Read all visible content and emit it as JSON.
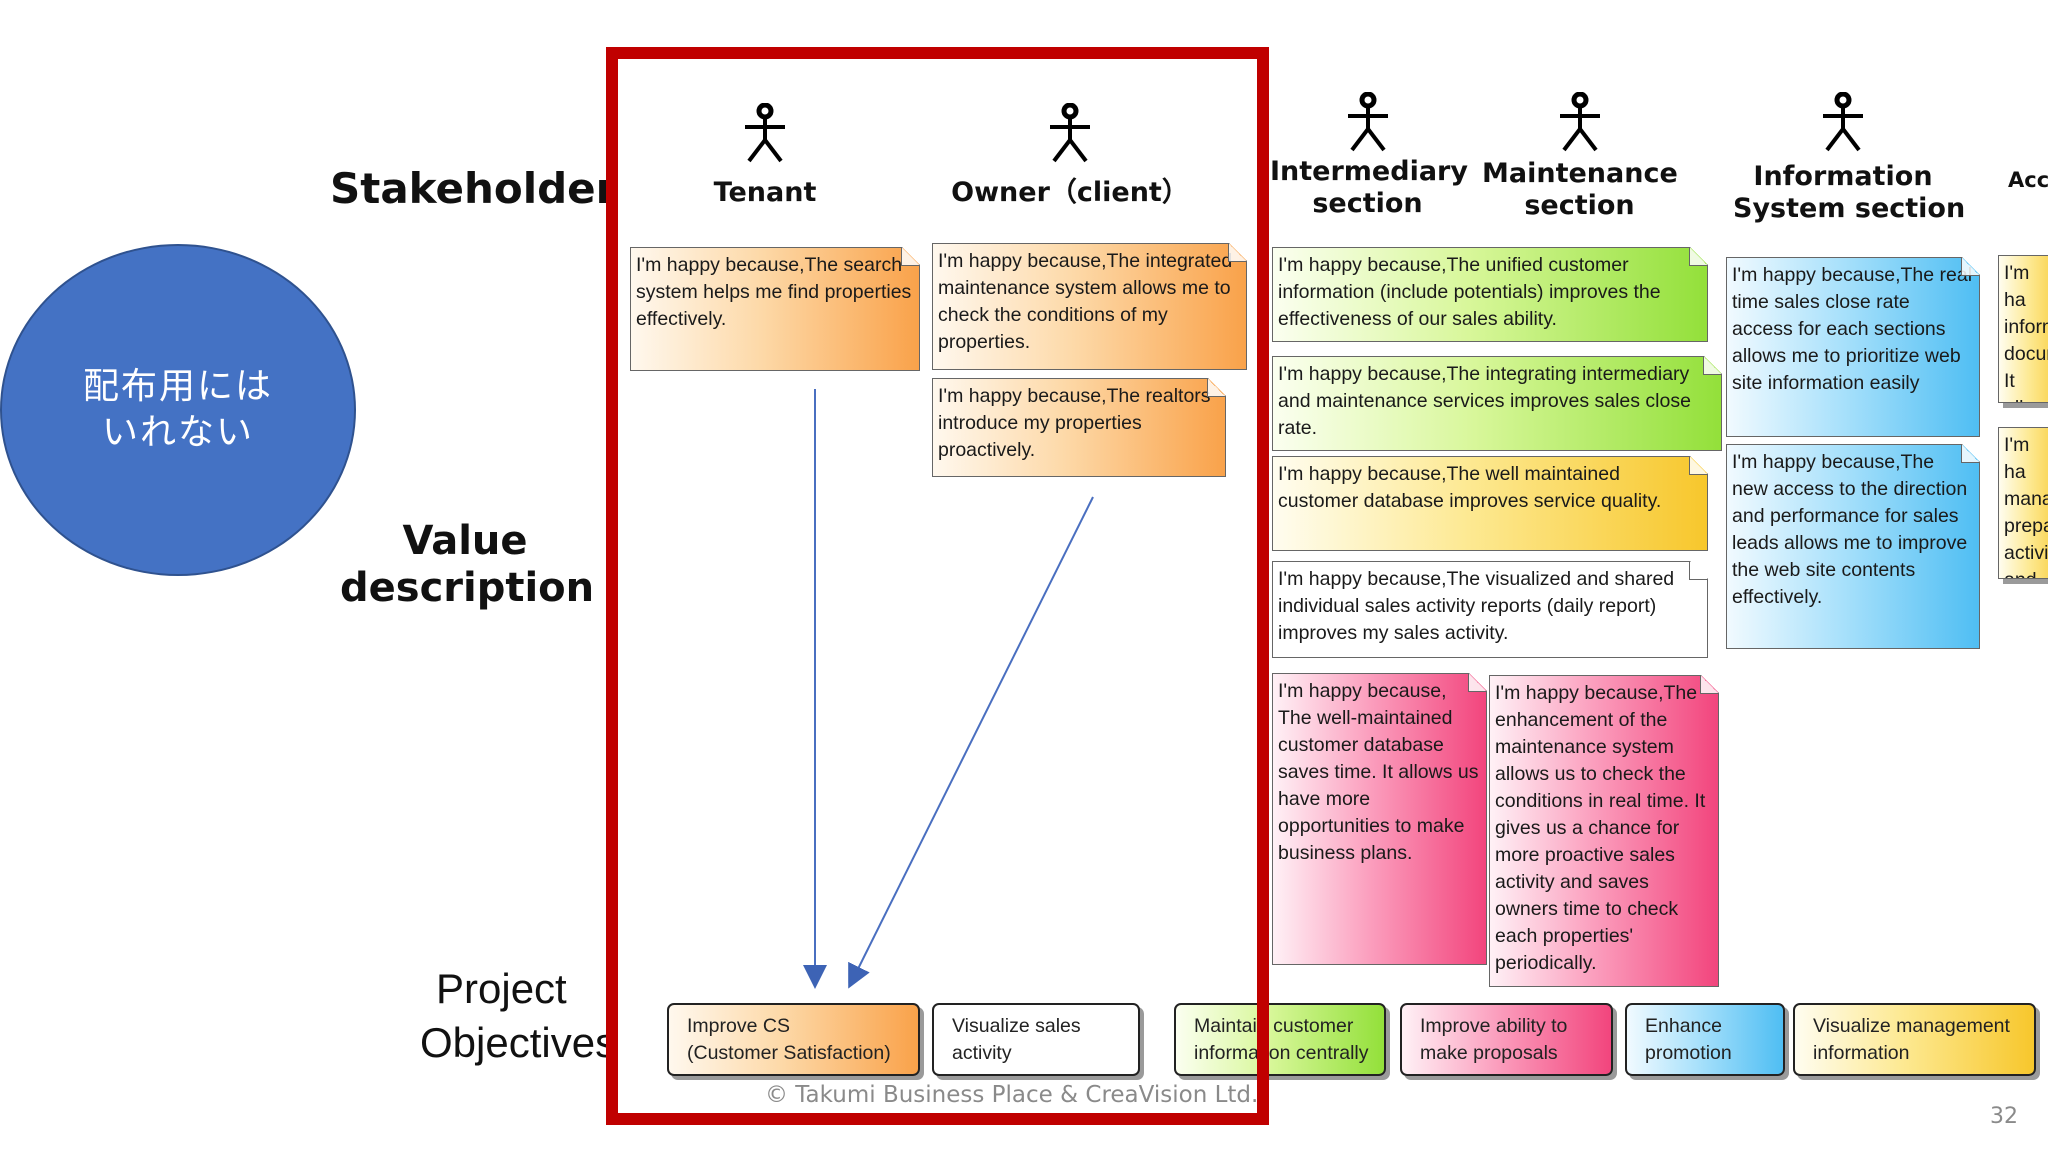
{
  "labels": {
    "stakeholder": "Stakeholder",
    "value_line1": "Value",
    "value_line2": "description",
    "objectives_line1": "Project",
    "objectives_line2": "Objectives"
  },
  "circle": {
    "line1": "配布用には",
    "line2": "いれない"
  },
  "stakeholders": {
    "tenant": {
      "name": "Tenant"
    },
    "owner": {
      "name": "Owner（client）"
    },
    "intermediary": {
      "line1": "Intermediary",
      "line2": "section"
    },
    "maintenance": {
      "line1": "Maintenance",
      "line2": "section"
    },
    "info_system": {
      "line1": "Information",
      "line2": "System section"
    },
    "accounting": {
      "name": "Acco"
    }
  },
  "notes": {
    "tenant1": "I'm happy because,The search system helps me find properties effectively.",
    "owner1": "I'm happy because,The integrated maintenance system allows me to check the conditions of my properties.",
    "owner2": "I'm happy because,The realtors introduce my properties proactively.",
    "inter1": "I'm happy because,The unified customer information (include potentials) improves the effectiveness of our sales ability.",
    "inter2": "I'm happy because,The integrating intermediary and maintenance services improves sales close rate.",
    "inter3": "I'm happy because,The well maintained customer database improves service quality.",
    "inter4": "I'm happy because,The visualized and shared individual sales activity reports (daily report) improves my sales activity.",
    "pink1": "I'm happy because, The well-maintained customer database saves time. It allows us have more opportunities to make business plans.",
    "pink2": "I'm happy because,The enhancement of the maintenance system allows us to check the conditions in real time. It gives us a chance for more proactive sales activity and saves owners time to check each properties' periodically.",
    "blue1": "I'm happy because,The real time sales close rate access for each sections allows me to prioritize web site information easily",
    "blue2": "I'm happy because,The new access to the direction and performance for sales leads allows me to improve the web site contents effectively.",
    "acc1": "I'm ha inform docum It allo financ",
    "acc2": "I'm ha mana prepa activit and u"
  },
  "objectives": {
    "o1_line1": "Improve CS",
    "o1_line2": "(Customer Satisfaction)",
    "o2": "Visualize sales activity",
    "o3_line1": "Maintain customer",
    "o3_line2": "information centrally",
    "o4_line1": "Improve ability to",
    "o4_line2": "make proposals",
    "o5_line1": "Enhance",
    "o5_line2": "promotion",
    "o6_line1": "Visualize management",
    "o6_line2": "information"
  },
  "footer": {
    "copyright": "© Takumi Business Place & CreaVision Ltd.",
    "page": "32"
  }
}
